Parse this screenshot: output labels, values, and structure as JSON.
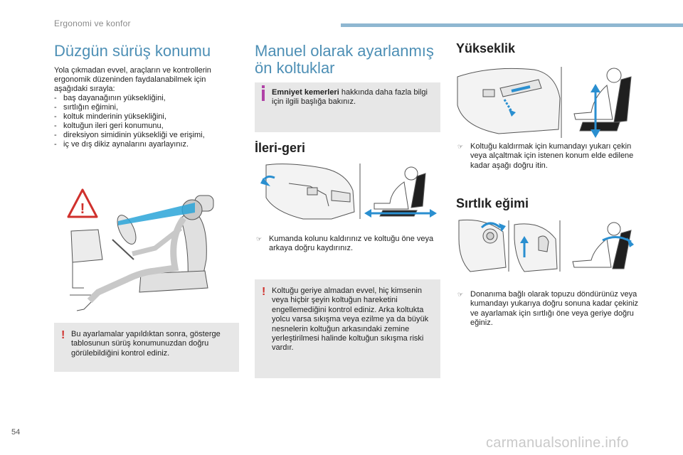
{
  "header": {
    "section": "Ergonomi ve konfor"
  },
  "col1": {
    "title": "Düzgün sürüş konumu",
    "intro": "Yola çıkmadan evvel, araçların ve kontrollerin ergonomik düzeninden faydalanabilmek için aşağıdaki sırayla:",
    "items": [
      "baş dayanağının yüksekliğini,",
      "sırtlığın eğimini,",
      "koltuk minderinin yüksekliğini,",
      "koltuğun ileri geri konumunu,",
      "direksiyon simidinin yüksekliği ve erişimi,",
      "iç ve dış dikiz aynalarını ayarlayınız."
    ],
    "warning": "Bu ayarlamalar yapıldıktan sonra, gösterge tablosunun sürüş konumunuzdan doğru görülebildiğini kontrol ediniz."
  },
  "col2": {
    "title_line1": "Manuel olarak ayarlanmış",
    "title_line2": "ön koltuklar",
    "info_bold": "Emniyet kemerleri",
    "info_rest": " hakkında daha fazla bilgi için ilgili başlığa bakınız.",
    "section_title": "İleri-geri",
    "bullet": "Kumanda kolunu kaldırınız ve koltuğu öne veya arkaya doğru kaydırınız.",
    "warning": "Koltuğu geriye almadan evvel, hiç kimsenin veya hiçbir şeyin koltuğun hareketini engellemediğini kontrol ediniz. Arka koltukta yolcu varsa sıkışma veya ezilme ya da büyük nesnelerin koltuğun arkasındaki zemine yerleştirilmesi halinde koltuğun sıkışma riski vardır."
  },
  "col3": {
    "section1_title": "Yükseklik",
    "bullet1": "Koltuğu kaldırmak için kumandayı yukarı çekin veya alçaltmak için istenen konum elde edilene kadar aşağı doğru itin.",
    "section2_title": "Sırtlık eğimi",
    "bullet2": "Donanıma bağlı olarak topuzu döndürünüz veya kumandayı yukarıya doğru sonuna kadar çekiniz ve ayarlamak için sırtlığı öne veya geriye doğru eğiniz."
  },
  "footer": {
    "page_number": "54",
    "watermark": "carmanualsonline.info"
  },
  "icons": {
    "bullet": "arrow-bullet-icon",
    "warning": "exclamation-icon",
    "info": "info-icon"
  },
  "colors": {
    "title_blue": "#4d8fb5",
    "header_bar": "#8fb7d1",
    "box_bg": "#e7e7e7",
    "warning_red": "#d0312d",
    "info_purple": "#b042a7",
    "arrow_blue": "#2a8fd0"
  }
}
